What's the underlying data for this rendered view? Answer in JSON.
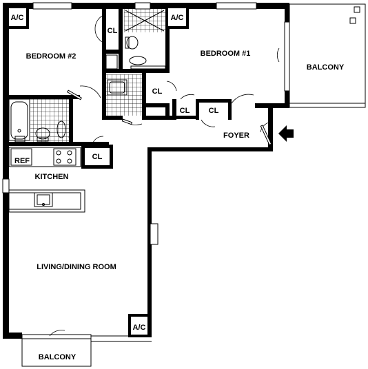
{
  "rooms": {
    "ac_top_left": "A/C",
    "ac_top_right": "A/C",
    "ac_bottom": "A/C",
    "bedroom_2": "BEDROOM #2",
    "bedroom_1": "BEDROOM #1",
    "balcony_right": "BALCONY",
    "balcony_bottom": "BALCONY",
    "closet_bedroom2": "CL",
    "closet_bath": "CL",
    "closet_hall_1": "CL",
    "closet_hall_2": "CL",
    "closet_kitchen": "CL",
    "foyer": "FOYER",
    "ref": "REF",
    "kitchen": "KITCHEN",
    "living_dining": "LIVING/DINING ROOM"
  },
  "colors": {
    "wall": "#000000",
    "background": "#ffffff"
  },
  "icons": {
    "entry": "entry-arrow-icon"
  }
}
